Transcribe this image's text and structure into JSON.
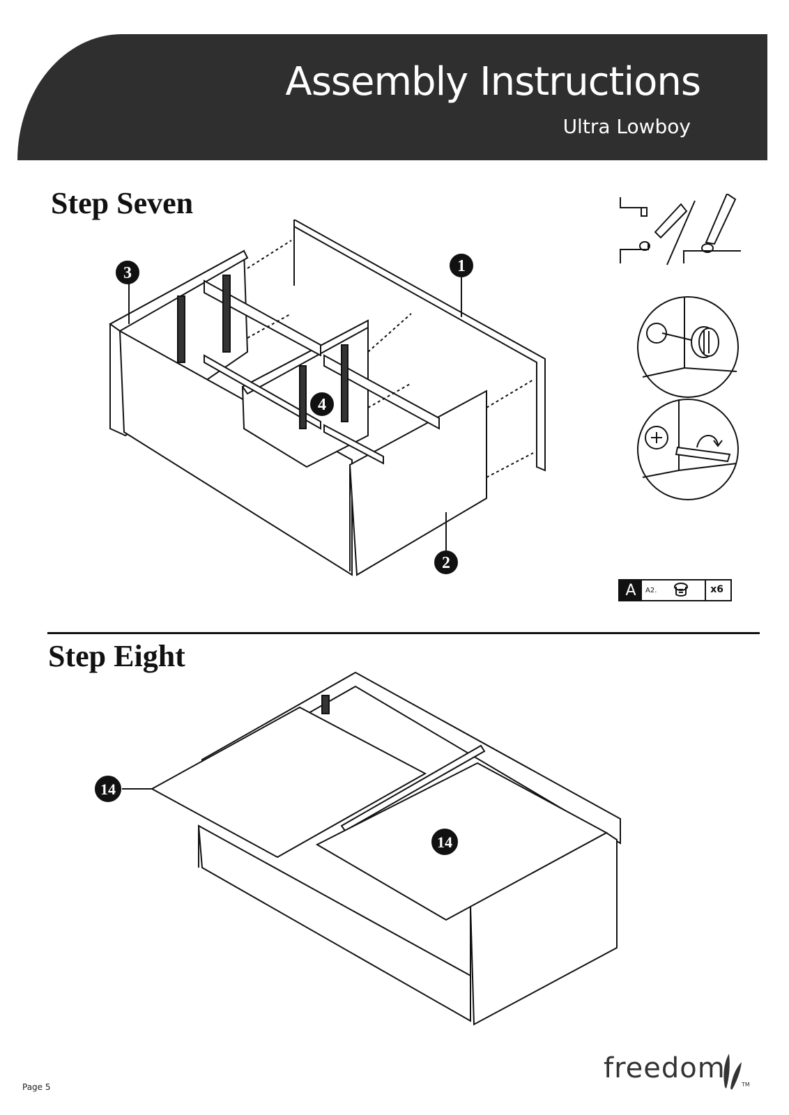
{
  "header": {
    "title": "Assembly Instructions",
    "subtitle": "Ultra Lowboy"
  },
  "steps": [
    {
      "title": "Step Seven",
      "callouts": [
        "1",
        "2",
        "3",
        "4"
      ]
    },
    {
      "title": "Step Eight",
      "callouts": [
        "14",
        "14"
      ]
    }
  ],
  "parts": {
    "letter": "A",
    "code": "A2.",
    "quantity": "x6",
    "icon": "cam-lock-icon"
  },
  "footer": {
    "page": "Page 5",
    "brand": "freedom",
    "trademark": "TM"
  }
}
